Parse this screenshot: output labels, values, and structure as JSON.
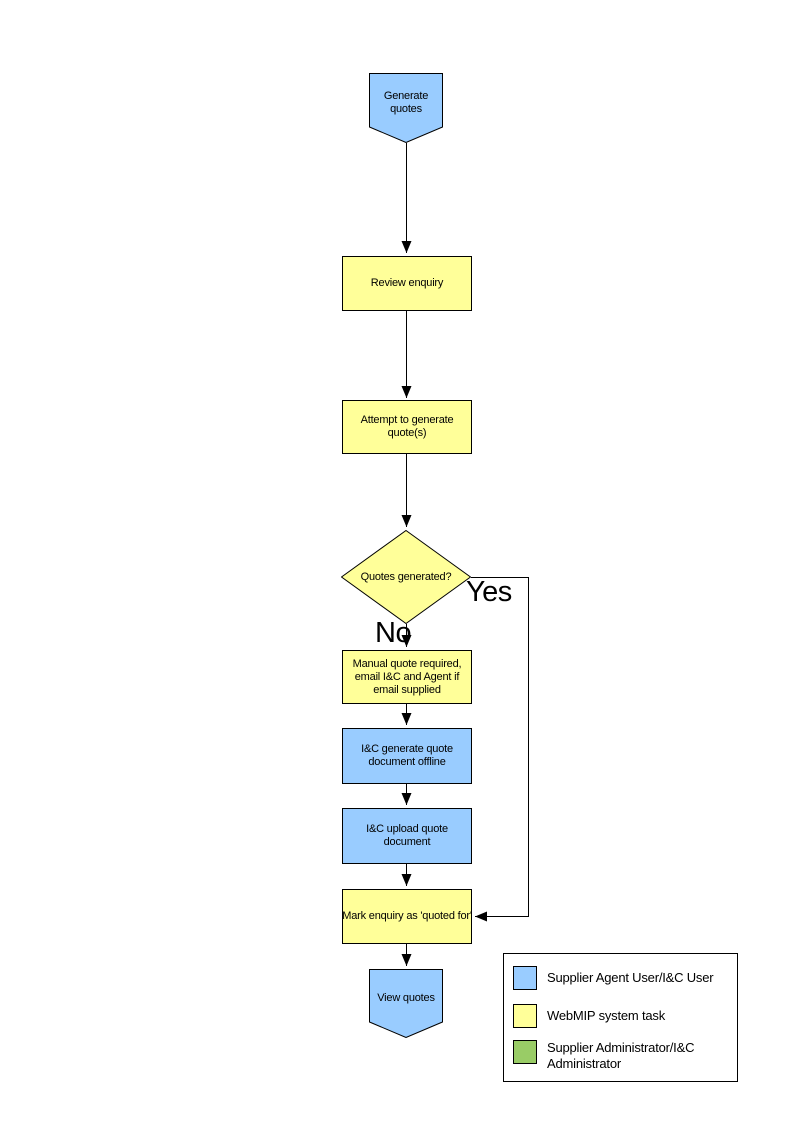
{
  "page": {
    "background": "#ffffff"
  },
  "colors": {
    "agent_user_task": "#99CCFF",
    "system_task": "#FFFF99",
    "administrator_task": "#99CC66",
    "line": "#000000"
  },
  "flow": {
    "start": {
      "label": "Generate quotes",
      "type": "terminal",
      "color": "#99CCFF"
    },
    "review": {
      "label": "Review enquiry",
      "type": "process",
      "color": "#FFFF99"
    },
    "attempt": {
      "label": "Attempt to generate quote(s)",
      "type": "process",
      "color": "#FFFF99"
    },
    "decision": {
      "label": "Quotes generated?",
      "type": "decision",
      "color": "#FFFF99"
    },
    "yes_label": "Yes",
    "no_label": "No",
    "manual": {
      "label": "Manual quote required, email I&C and Agent if email supplied",
      "type": "process",
      "color": "#FFFF99"
    },
    "offline": {
      "label": "I&C generate quote document offline",
      "type": "process",
      "color": "#99CCFF"
    },
    "upload": {
      "label": "I&C upload quote document",
      "type": "process",
      "color": "#99CCFF"
    },
    "mark": {
      "label": "Mark enquiry as 'quoted for'",
      "type": "process",
      "color": "#FFFF99"
    },
    "end": {
      "label": "View quotes",
      "type": "terminal",
      "color": "#99CCFF"
    }
  },
  "legend": {
    "items": [
      {
        "label": "Supplier Agent User/I&C User",
        "color": "#99CCFF"
      },
      {
        "label": "WebMIP system task",
        "color": "#FFFF99"
      },
      {
        "label": "Supplier Administrator/I&C Administrator",
        "color": "#99CC66"
      }
    ]
  }
}
